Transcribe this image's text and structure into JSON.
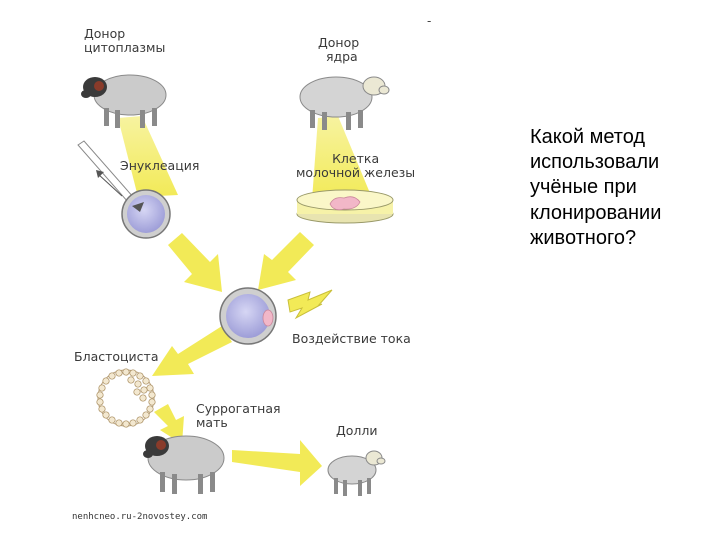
{
  "labels": {
    "cytoplasm_donor": "Донор\nцитоплазмы",
    "nucleus_donor": "Донор\n  ядра",
    "enucleation": "Энуклеация",
    "mammary_cell": "Клетка\nмолочной железы",
    "electric_current": "Воздействие тока",
    "blastocyst": "Бластоциста",
    "surrogate_mother": "Суррогатная\nмать",
    "dolly": "Долли"
  },
  "question": "Какой метод использовали учёные при клонировании животного?",
  "source": "nenhcneo.ru-2novostey.com",
  "dash": "-",
  "colors": {
    "arrow_yellow": "#f2ea57",
    "beam_yellow": "#f4ee7d",
    "sheep_body": "#cbcbcb",
    "sheep_dark_face": "#3a3a3a",
    "horn": "#8a3b2a",
    "egg_fill": "#b9b9e8",
    "dish_fill": "#f6f2a8",
    "cell_pink": "#f2b7c8"
  }
}
